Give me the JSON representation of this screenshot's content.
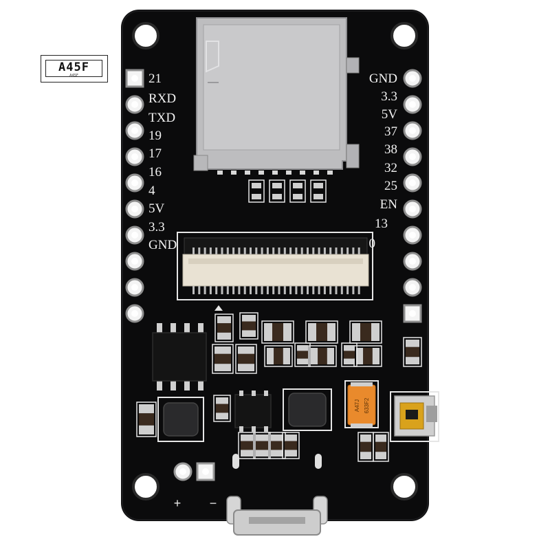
{
  "watermark": {
    "logo_text": "A45F",
    "logo_subtext": "A45F"
  },
  "board": {
    "left_pins": [
      "21",
      "RXD",
      "TXD",
      "19",
      "17",
      "16",
      "4",
      "5V",
      "3.3",
      "GND"
    ],
    "right_pins": [
      "GND",
      "3.3",
      "5V",
      "37",
      "38",
      "32",
      "25",
      "EN",
      "13",
      "0"
    ],
    "power_plus": "+",
    "power_minus": "−",
    "tantalum_cap_marking": [
      "A47J",
      "633F2"
    ],
    "colors": {
      "pcb": "#0b0b0c",
      "silkscreen": "#f2f2f2",
      "sd_slot": "#bdbdbf",
      "fpc_connector": "#e9e2d3",
      "tantalum_cap": "#e98a2c",
      "switch_knob": "#d9a21c"
    }
  }
}
